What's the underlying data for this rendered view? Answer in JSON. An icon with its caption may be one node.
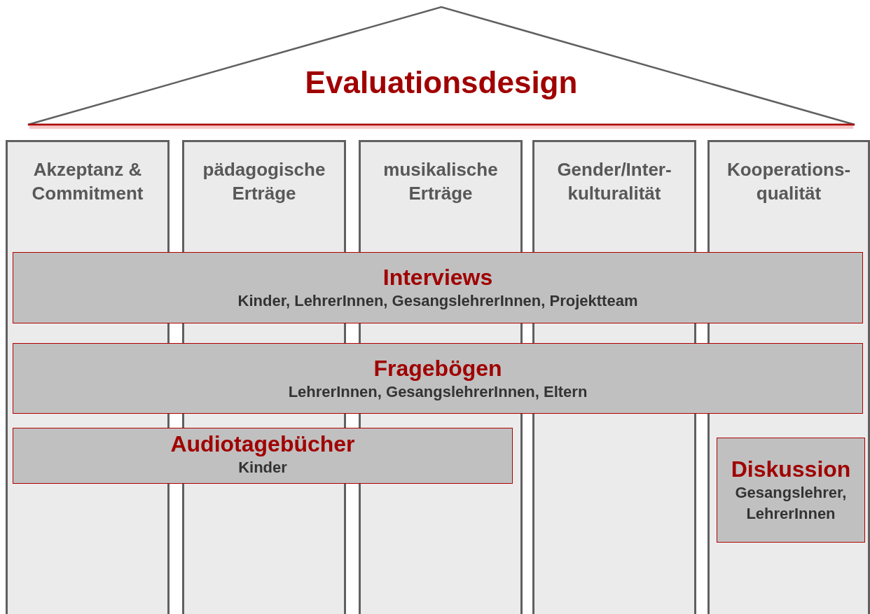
{
  "diagram": {
    "nodes": [
      {
        "text": [
          "Evaluationsdesign"
        ]
      },
      {
        "text": [
          "Akzeptanz & Commitment"
        ]
      },
      {
        "text": [
          "pädagogische Erträge"
        ]
      },
      {
        "text": [
          "musikalische Erträge"
        ]
      },
      {
        "text": [
          "Gender/Inter- kulturalität"
        ]
      },
      {
        "text": [
          "Kooperations- qualität"
        ]
      },
      {
        "text": [
          "Interviews",
          "Kinder, LehrerInnen, GesangslehrerInnen, Projektteam"
        ]
      },
      {
        "text": [
          "Fragebögen",
          "LehrerInnen, GesangslehrerInnen, Eltern"
        ]
      },
      {
        "text": [
          "Audiotagebücher",
          "Kinder"
        ]
      },
      {
        "text": [
          "Diskussion",
          "Gesangslehrer, LehrerInnen"
        ],
        "in": 5
      }
    ]
  }
}
